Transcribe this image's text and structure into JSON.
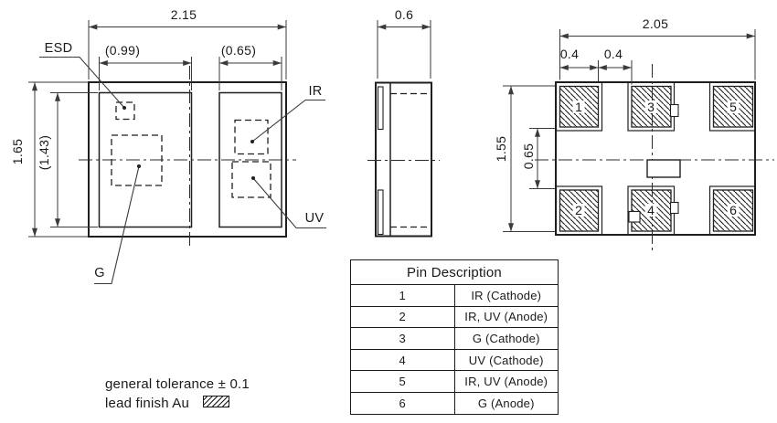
{
  "labels": {
    "esd": "ESD",
    "ir": "IR",
    "uv": "UV",
    "g": "G"
  },
  "top_view": {
    "dims": {
      "overall_width": "2.15",
      "left_cavity_width": "(0.99)",
      "right_cavity_width": "(0.65)",
      "overall_height": "1.65",
      "cavity_height": "(1.43)"
    }
  },
  "side_view": {
    "dims": {
      "thickness": "0.6"
    }
  },
  "bottom_view": {
    "dims": {
      "pad_span_width": "2.05",
      "pad_width": "0.4",
      "pad_gap": "0.4",
      "pad_span_height": "1.55",
      "row_gap": "0.65"
    },
    "pads": [
      {
        "num": "1"
      },
      {
        "num": "2"
      },
      {
        "num": "3"
      },
      {
        "num": "4"
      },
      {
        "num": "5"
      },
      {
        "num": "6"
      }
    ]
  },
  "pin_table": {
    "title": "Pin Description",
    "rows": [
      {
        "pin": "1",
        "desc": "IR (Cathode)"
      },
      {
        "pin": "2",
        "desc": "IR, UV (Anode)"
      },
      {
        "pin": "3",
        "desc": "G (Cathode)"
      },
      {
        "pin": "4",
        "desc": "UV (Cathode)"
      },
      {
        "pin": "5",
        "desc": "IR, UV (Anode)"
      },
      {
        "pin": "6",
        "desc": "G (Anode)"
      }
    ]
  },
  "notes": {
    "tolerance": "general tolerance ± 0.1",
    "finish": "lead finish Au"
  },
  "colors": {
    "line": "#1a1a1a",
    "dim_line": "#3a3a3a",
    "background": "#ffffff"
  }
}
